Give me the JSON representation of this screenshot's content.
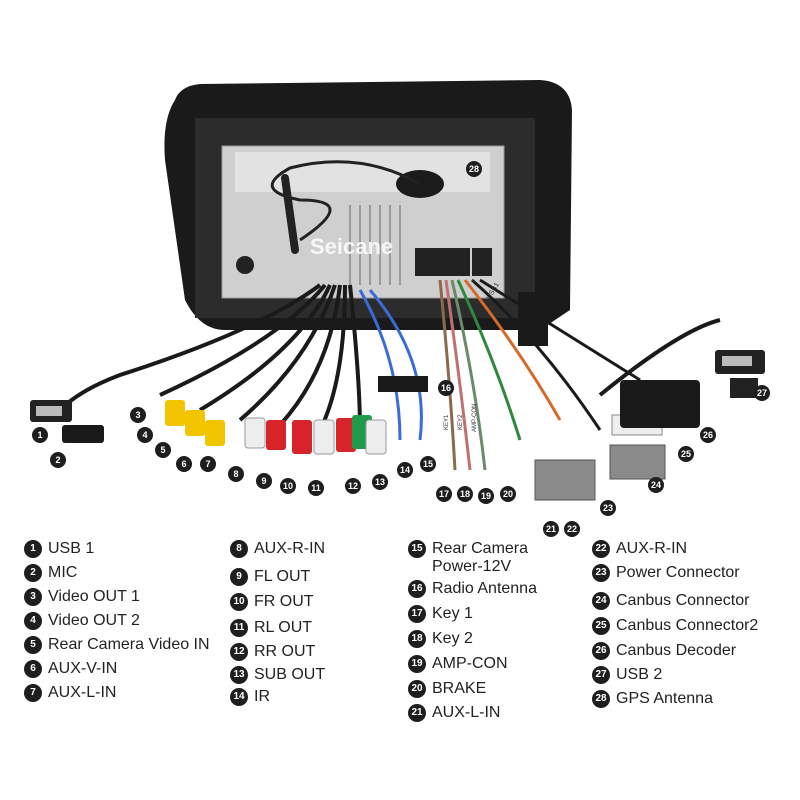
{
  "watermark": "Seicane",
  "callouts": [
    "1",
    "2",
    "3",
    "4",
    "5",
    "6",
    "7",
    "8",
    "9",
    "10",
    "11",
    "12",
    "13",
    "14",
    "15",
    "16",
    "17",
    "18",
    "19",
    "20",
    "21",
    "22",
    "23",
    "24",
    "25",
    "26",
    "27",
    "28"
  ],
  "wire_tags": {
    "usb": "USB1",
    "key1": "KEY1",
    "key2": "KEY2",
    "amp": "AMP-CON"
  },
  "colors": {
    "housing": "#1a1a1a",
    "metal": "#c9c9c9",
    "rca_yellow": "#f2c500",
    "rca_red": "#d6242a",
    "rca_white": "#eeeeee",
    "rca_green": "#1f9a4a",
    "callout_bg": "#1e1e1e"
  },
  "legend": [
    [
      {
        "n": "1",
        "label": "USB 1"
      },
      {
        "n": "2",
        "label": "MIC"
      },
      {
        "n": "3",
        "label": "Video OUT 1"
      },
      {
        "n": "4",
        "label": "Video OUT 2"
      },
      {
        "n": "5",
        "label": "Rear Camera Video IN"
      },
      {
        "n": "6",
        "label": "AUX-V-IN"
      },
      {
        "n": "7",
        "label": "AUX-L-IN"
      }
    ],
    [
      {
        "n": "8",
        "label": "AUX-R-IN"
      },
      {
        "n": "9",
        "label": "FL OUT"
      },
      {
        "n": "10",
        "label": "FR OUT"
      },
      {
        "n": "11",
        "label": "RL OUT"
      },
      {
        "n": "12",
        "label": "RR OUT"
      },
      {
        "n": "13",
        "label": "SUB OUT"
      },
      {
        "n": "14",
        "label": "IR"
      }
    ],
    [
      {
        "n": "15",
        "label": "Rear Camera Power-12V"
      },
      {
        "n": "16",
        "label": "Radio Antenna"
      },
      {
        "n": "17",
        "label": "Key 1"
      },
      {
        "n": "18",
        "label": "Key 2"
      },
      {
        "n": "19",
        "label": "AMP-CON"
      },
      {
        "n": "20",
        "label": "BRAKE"
      },
      {
        "n": "21",
        "label": "AUX-L-IN"
      }
    ],
    [
      {
        "n": "22",
        "label": "AUX-R-IN"
      },
      {
        "n": "23",
        "label": "Power Connector"
      },
      {
        "n": "24",
        "label": "Canbus Connector"
      },
      {
        "n": "25",
        "label": "Canbus Connector2"
      },
      {
        "n": "26",
        "label": "Canbus Decoder"
      },
      {
        "n": "27",
        "label": "USB 2"
      },
      {
        "n": "28",
        "label": "GPS Antenna"
      }
    ]
  ]
}
